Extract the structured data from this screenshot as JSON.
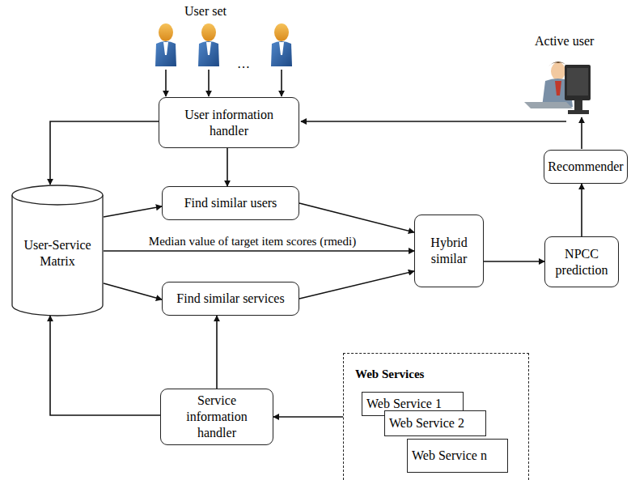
{
  "diagram": {
    "nodes": [
      {
        "text": [
          "User information handler"
        ]
      },
      {
        "text": [
          "Find similar users"
        ]
      },
      {
        "text": [
          "User-Service Matrix"
        ]
      },
      {
        "text": [
          "Hybrid similar"
        ]
      },
      {
        "text": [
          "NPCC prediction"
        ]
      },
      {
        "text": [
          "Recommender"
        ]
      },
      {
        "text": [
          "Find similar services"
        ]
      },
      {
        "text": [
          "Service information handler"
        ]
      },
      {
        "text": [
          "Web Services"
        ]
      },
      {
        "text": [
          "Web Service 1"
        ],
        "in": 8
      },
      {
        "text": [
          "Web Service 2"
        ],
        "in": 8
      },
      {
        "text": [
          "Web Service n"
        ],
        "in": 8
      }
    ],
    "edges": [
      {
        "from": 0,
        "to": 2,
        "arrow": "to"
      },
      {
        "from": 0,
        "to": 1,
        "arrow": "to"
      },
      {
        "from": 2,
        "to": 1,
        "arrow": "to"
      },
      {
        "from": 2,
        "to": 3,
        "label": "Median value of target item scores (rmedi)",
        "arrow": "to"
      },
      {
        "from": 2,
        "to": 6,
        "arrow": "to"
      },
      {
        "from": 1,
        "to": 3,
        "arrow": "to"
      },
      {
        "from": 6,
        "to": 3,
        "arrow": "to"
      },
      {
        "from": 3,
        "to": 4,
        "arrow": "to"
      },
      {
        "from": 4,
        "to": 5,
        "arrow": "to"
      },
      {
        "from": 7,
        "to": 6,
        "arrow": "to"
      },
      {
        "from": 7,
        "to": 2,
        "arrow": "to"
      },
      {
        "from": 8,
        "to": 7,
        "arrow": "to"
      }
    ],
    "labels": [
      "User set",
      "…",
      "Active user"
    ]
  }
}
